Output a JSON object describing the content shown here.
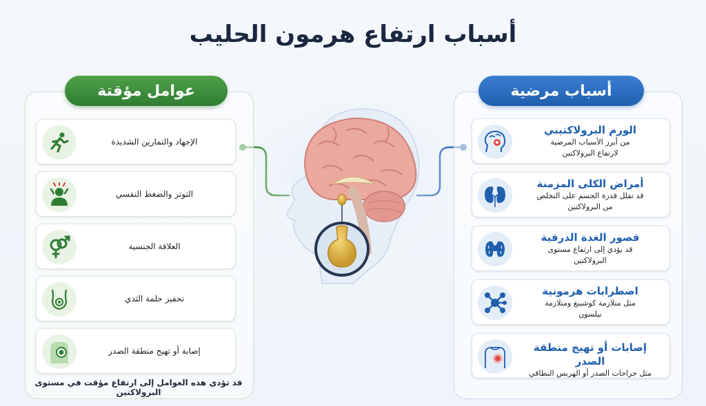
{
  "title": "أسباب ارتفاع هرمون الحليب",
  "left_panel": {
    "heading": "عوامل مؤقتة",
    "items": [
      {
        "label": "الإجهاد والتمارين الشديدة",
        "icon": "running-person-icon"
      },
      {
        "label": "التوتر والضغط النفسي",
        "icon": "stressed-person-icon"
      },
      {
        "label": "العلاقة الجنسية",
        "icon": "gender-symbols-icon"
      },
      {
        "label": "تحفيز حلمة الثدي",
        "icon": "breast-stimulation-icon"
      },
      {
        "label": "إصابة أو تهيج منطقة الصدر",
        "icon": "chest-injury-icon"
      }
    ],
    "footer": "قد تؤدي هذه العوامل إلى ارتفاع مؤقت في مستوى البرولاكتين"
  },
  "right_panel": {
    "heading": "أسباب مرضية",
    "items": [
      {
        "title": "الورم البرولاكتيني",
        "line1": "من أبرز الأسباب المرضية",
        "line2": "لارتفاع البرولاكتين",
        "icon": "brain-tumor-icon"
      },
      {
        "title": "أمراض الكلى المزمنة",
        "line1": "قد تقلل قدرة الجسم على التخلص",
        "line2": "من البرولاكتين",
        "icon": "kidneys-icon"
      },
      {
        "title": "قصور الغدة الدرقية",
        "line1": "قد يؤدي إلى ارتفاع مستوى",
        "line2": "البرولاكتين",
        "icon": "thyroid-icon"
      },
      {
        "title": "اضطرابات هرمونية",
        "line1": "مثل متلازمة كوشينغ ومتلازمة",
        "line2": "نيلسون",
        "icon": "molecule-icon"
      },
      {
        "title": "إصابات أو تهيج منطقة الصدر",
        "line1": "مثل جراحات الصدر أو الهربس النطاقي",
        "line2": "",
        "icon": "chest-injury-icon"
      }
    ]
  },
  "colors": {
    "green": "#2f7d33",
    "blue": "#1f5fae",
    "brain": "#e8a8a0"
  }
}
